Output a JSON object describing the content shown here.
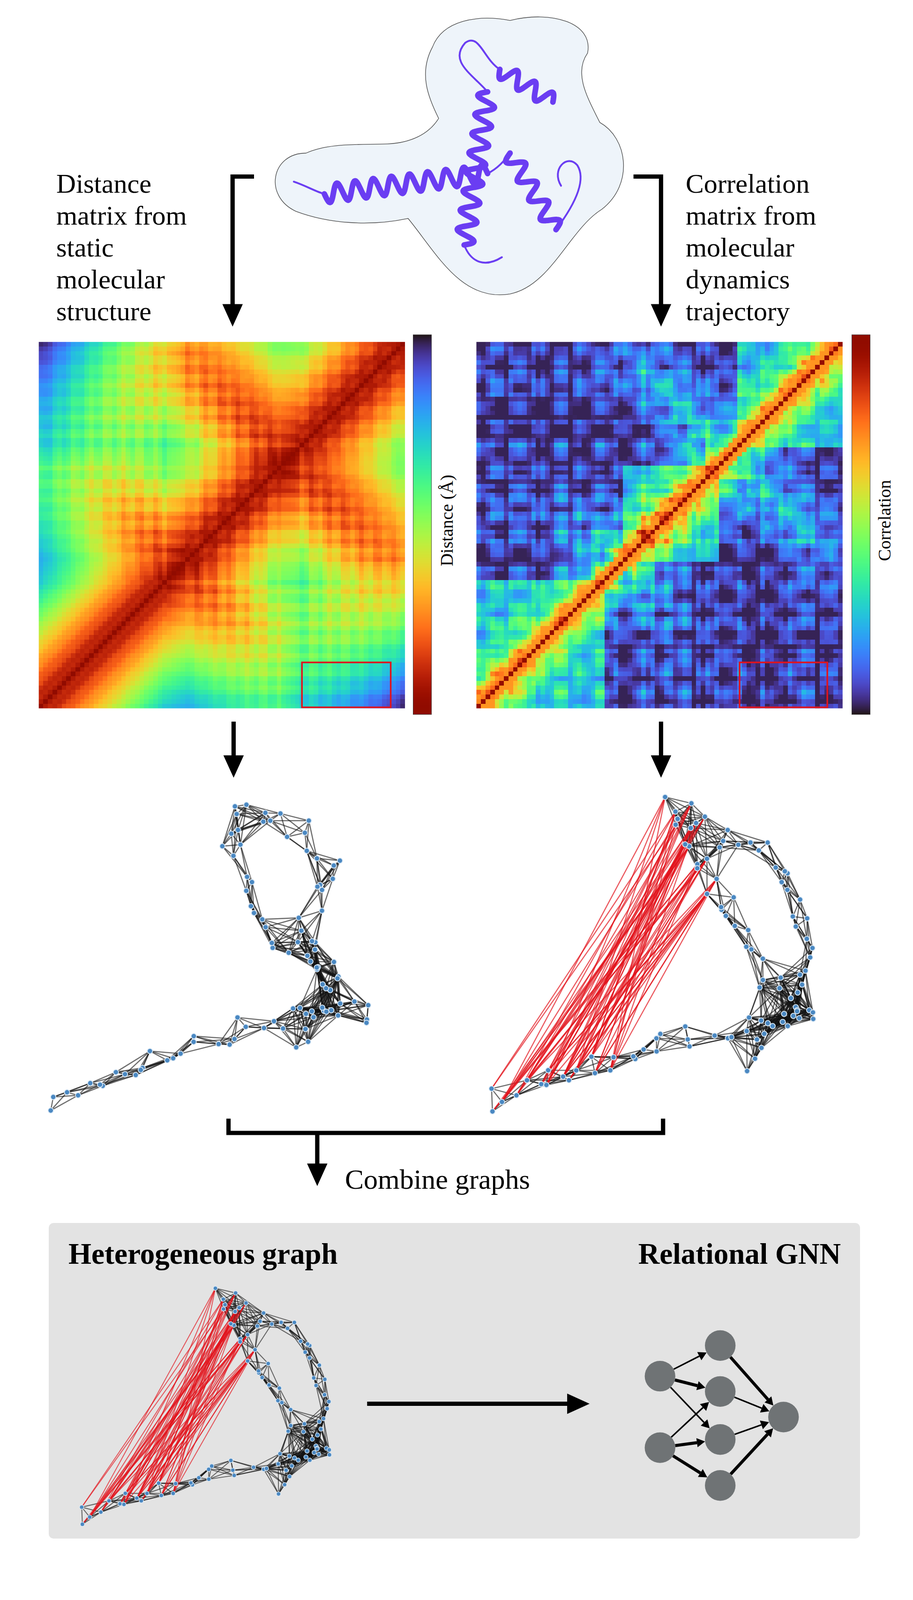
{
  "diagram": {
    "nodes": [
      {
        "text": [
          "Heterogeneous graph",
          "Relational GNN"
        ]
      }
    ],
    "labels": [
      "Distance matrix from static molecular structure",
      "Correlation matrix from molecular dynamics trajectory",
      "Distance (Å)",
      "Correlation",
      "Combine graphs"
    ]
  }
}
